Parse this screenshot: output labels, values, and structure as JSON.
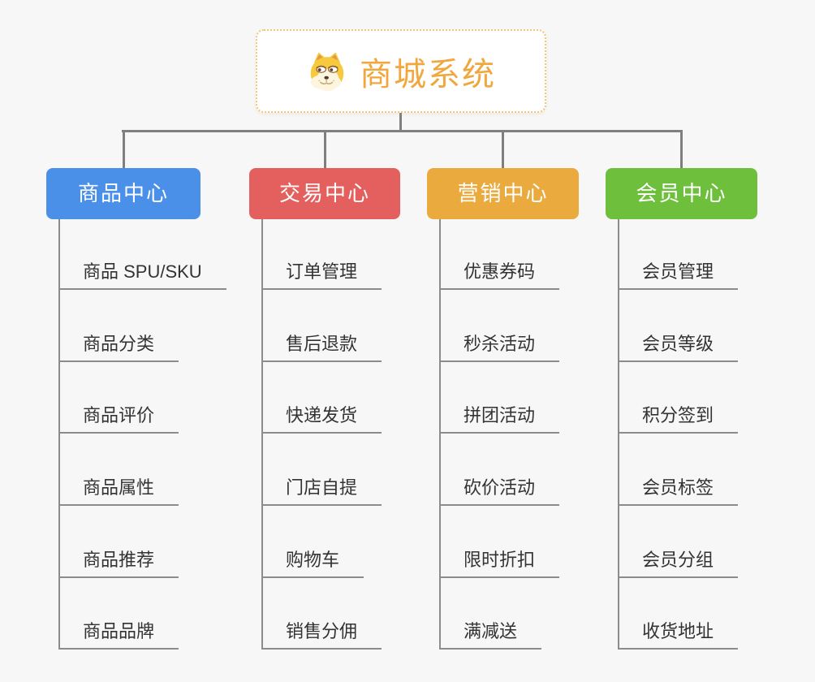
{
  "root": {
    "title": "商城系统",
    "icon": "doge-face-icon"
  },
  "branches": [
    {
      "label": "商品中心",
      "color": "#4a8fe8",
      "items": [
        "商品 SPU/SKU",
        "商品分类",
        "商品评价",
        "商品属性",
        "商品推荐",
        "商品品牌"
      ]
    },
    {
      "label": "交易中心",
      "color": "#e4605e",
      "items": [
        "订单管理",
        "售后退款",
        "快递发货",
        "门店自提",
        "购物车",
        "销售分佣"
      ]
    },
    {
      "label": "营销中心",
      "color": "#ebaa3d",
      "items": [
        "优惠券码",
        "秒杀活动",
        "拼团活动",
        "砍价活动",
        "限时折扣",
        "满减送"
      ]
    },
    {
      "label": "会员中心",
      "color": "#6ec03c",
      "items": [
        "会员管理",
        "会员等级",
        "积分签到",
        "会员标签",
        "会员分组",
        "收货地址"
      ]
    }
  ],
  "colors": {
    "background": "#f7f7f7",
    "root_text": "#f0a73e",
    "root_border": "#f2c679",
    "connector": "#7f7f7f",
    "child_connector": "#8c8c8c",
    "item_text": "#333333"
  }
}
